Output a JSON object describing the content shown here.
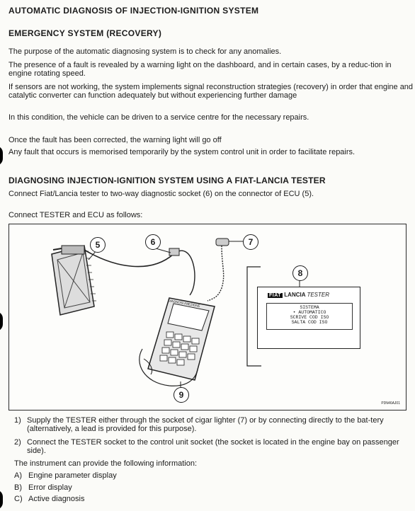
{
  "title": "AUTOMATIC DIAGNOSIS OF INJECTION-IGNITION SYSTEM",
  "section1": {
    "heading": "EMERGENCY SYSTEM (RECOVERY)",
    "paragraphs": [
      "The purpose of the automatic diagnosing system is to check for any anomalies.",
      "The presence of a fault is revealed by a warning light on the dashboard, and in certain cases, by a reduc-tion in engine rotating speed.",
      "If sensors are not working, the system implements signal reconstruction strategies (recovery) in order that engine and catalytic converter can function adequately but without experiencing further damage",
      "In this condition, the vehicle can be driven to a service centre for the necessary repairs.",
      "Once the fault has been corrected, the warning light will go off",
      "Any fault that occurs is memorised temporarily by the system control unit in order to facilitate repairs."
    ]
  },
  "section2": {
    "heading": "DIAGNOSING INJECTION-IGNITION SYSTEM USING A FIAT-LANCIA TESTER",
    "intro": "Connect Fiat/Lancia tester to two-way diagnostic socket (6) on the connector of ECU (5).",
    "connect": "Connect TESTER and ECU as follows:"
  },
  "figure": {
    "callouts": [
      "5",
      "6",
      "7",
      "8",
      "9"
    ],
    "tester_brand": "FIAT",
    "tester_model": "LANCIA",
    "tester_word": "TESTER",
    "screen_lines": [
      "SISTEMA",
      "• AUTOMATICO",
      "SCRIVE COD ISO",
      "SALTA COD ISO"
    ],
    "device_label": "DIAGNOSI INIEZIONE",
    "code": "P3N46AJ01"
  },
  "steps": [
    {
      "num": "1)",
      "text": "Supply the TESTER either through the socket of cigar lighter (7) or by connecting directly to the bat-tery (alternatively, a lead is provided for this purpose)."
    },
    {
      "num": "2)",
      "text": "Connect the TESTER socket to the control unit socket (the socket is located in the engine bay on passenger side)."
    }
  ],
  "info_intro": "The instrument can provide the following information:",
  "info_items": [
    {
      "letter": "A)",
      "text": "Engine parameter display"
    },
    {
      "letter": "B)",
      "text": "Error display"
    },
    {
      "letter": "C)",
      "text": "Active diagnosis"
    }
  ]
}
